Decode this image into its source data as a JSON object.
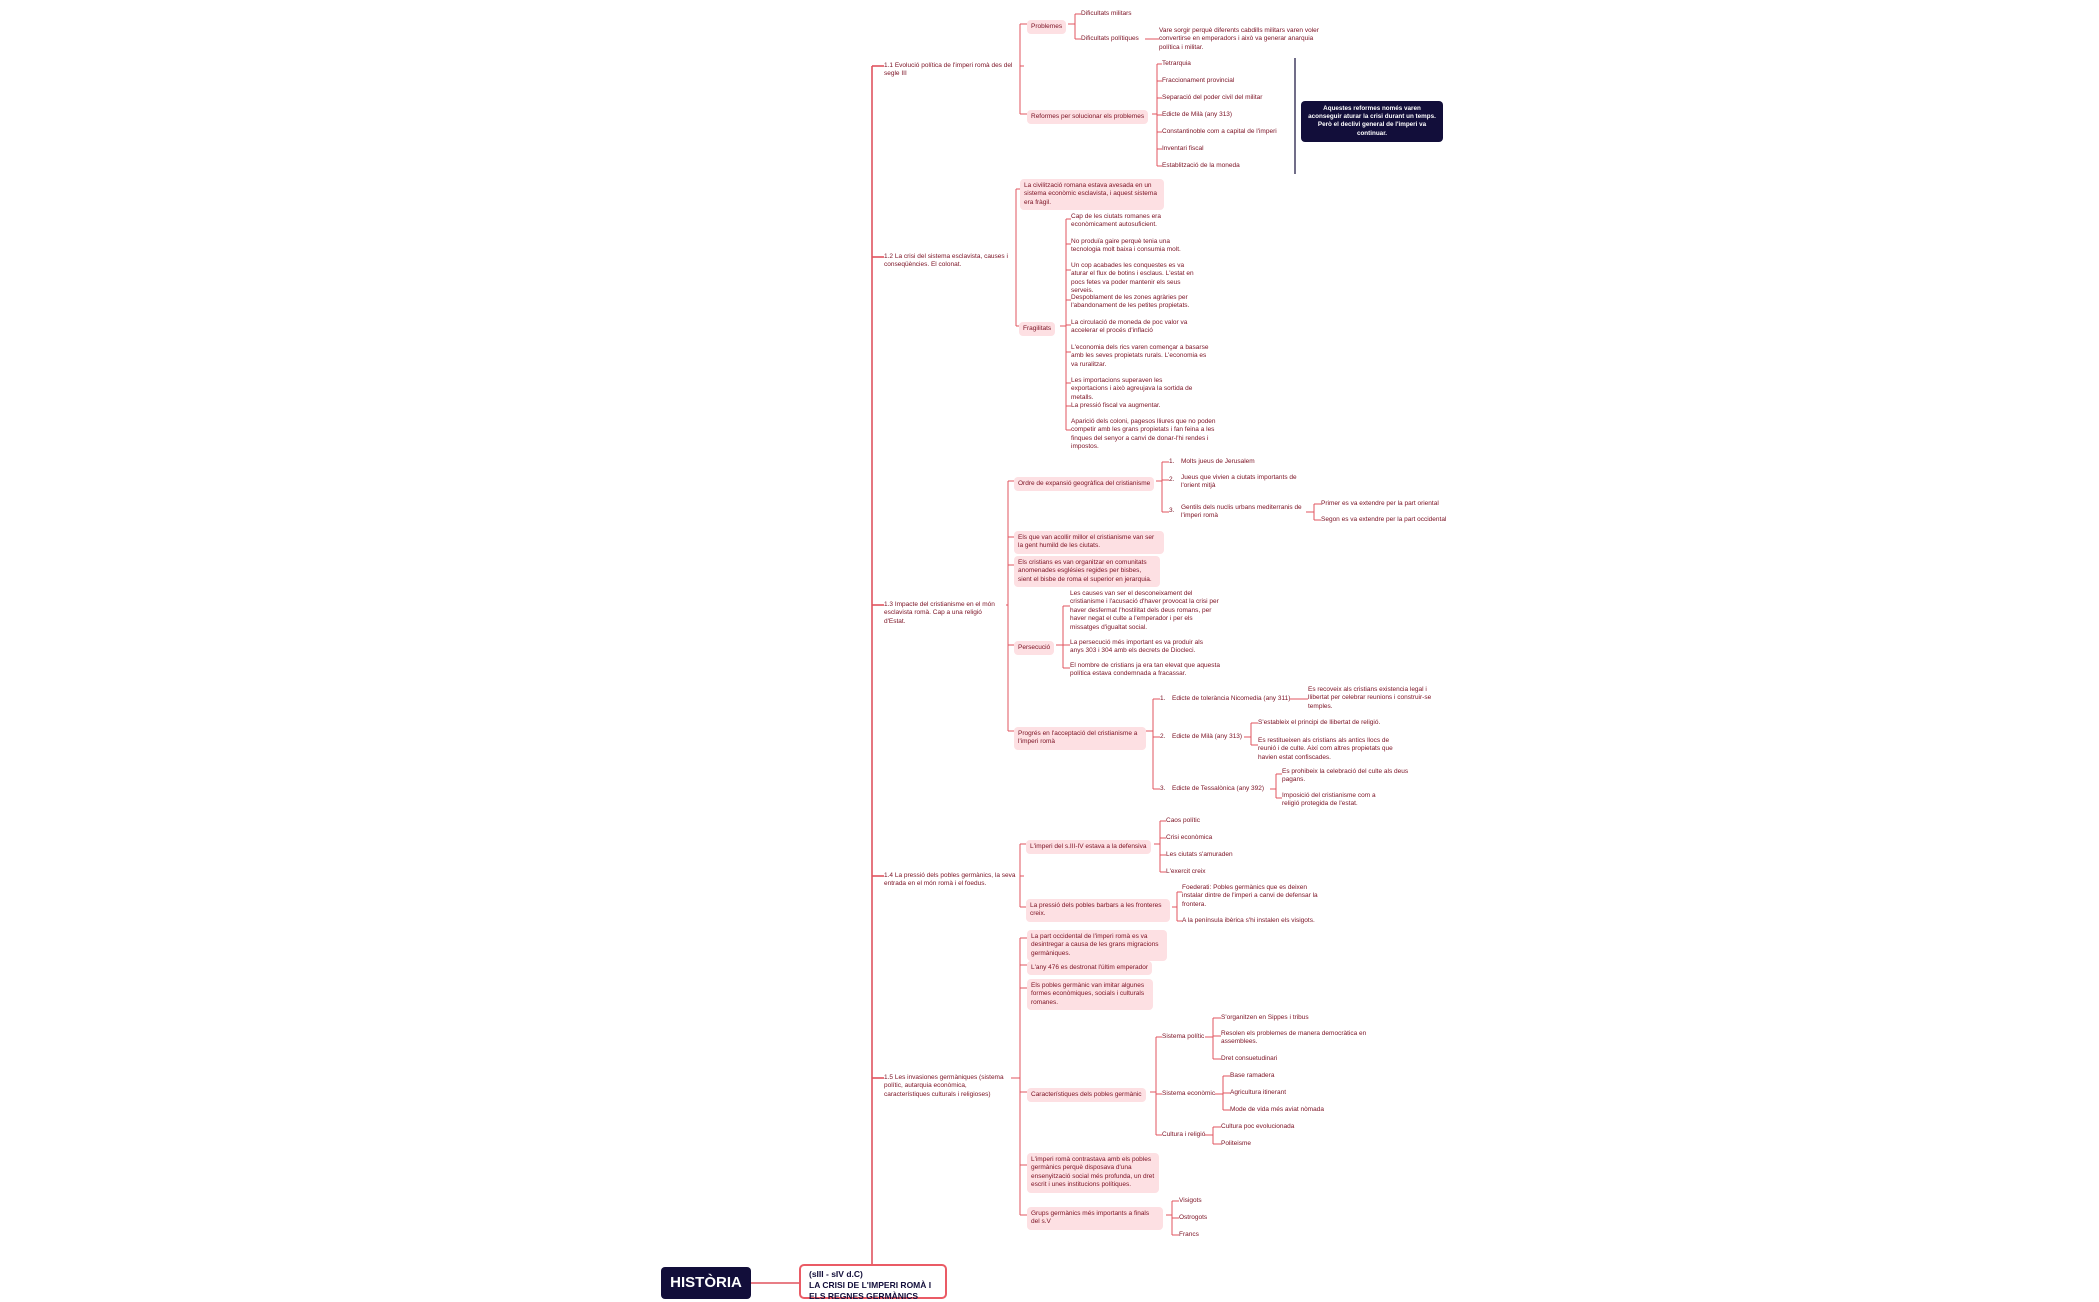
{
  "root": {
    "label": "HISTÒRIA"
  },
  "main": {
    "line1": "(sIII - sIV d.C)",
    "line2": "LA CRISI DE L'IMPERI ROMÀ I ELS REGNES GERMÀNICS"
  },
  "sections": {
    "s11": {
      "title": "1.1 Evolució política de l'imperi romà des del segle III",
      "problemes": "Problemes",
      "dificultats_militars": "Dificultats militars",
      "dificultats_politiques": "Dificultats polítiques",
      "dificultats_politiques_desc": "Vare sorgir perquè diferents cabdills militars varen voler convertirse en emperadors i això va generar anarquia política i militar.",
      "reformes": "Reformes per solucionar els problemes",
      "reformes_items": [
        "Tetrarquia",
        "Fraccionament provincial",
        "Separació del poder civil del militar",
        "Edicte de Milà (any 313)",
        "Constantinoble com a capital de l'imperi",
        "Inventari fiscal",
        "Establització de la moneda"
      ],
      "reformes_note": "Aquestes reformes només varen aconseguir aturar la crisi durant un temps. Però el declivi general de l'imperi va continuar."
    },
    "s12": {
      "title": "1.2 La crisi del sistema esclavista, causes i conseqüències. El colonat.",
      "intro": "La civilització romana estava avesada en un sistema econòmic esclavista, i aquest sistema era fràgil.",
      "fragilitats": "Fragilitats",
      "fragilitats_items": [
        "Cap de les ciutats romanes era econòmicament autosuficient.",
        "No produïa gaire perquè tenia una tecnologia molt baixa i consumia molt.",
        "Un cop acabades les conquestes es va aturar el flux de botins i esclaus. L'estat en pocs fetes va poder mantenir els seus serveis.",
        "Despoblament de les zones agràries per l'abandonament de les petites propietats.",
        "La circulació de moneda de poc valor va accelerar el procés d'inflació",
        "L'economia dels rics varen començar a basarse amb les seves propietats rurals. L'economia es va ruralitzar.",
        "Les importacions superaven les exportacions i això agreujava la sortida de metalls.",
        "La pressió fiscal va augmentar.",
        "Aparició dels coloni, pagesos lliures que no poden competir amb les grans propietats i fan feina a les finques del senyor a canvi de donar-l'hi rendes i impostos."
      ]
    },
    "s13": {
      "title": "1.3 Impacte del cristianisme en el món esclavista romà. Cap a una religió d'Estat.",
      "ordre": "Ordre de expansió geogràfica del cristianisme",
      "ordre_items": [
        "Molts jueus de Jerusalem",
        "Jueus que vivien a ciutats importants de l'orient mitjà",
        "Gentils dels nuclis urbans mediterranis de l'imperi romà"
      ],
      "ordre_nums": [
        "1.",
        "2.",
        "3."
      ],
      "gentils_items": [
        "Primer es va extendre per la part oriental",
        "Segon es va extendre per la part occidental"
      ],
      "acollir": "Els que van acollir millor el cristianisme van ser la gent humild de les ciutats.",
      "comunitats": "Els cristians es van organitzar en comunitats anomenades esglésies regides per bisbes, sient el bisbe de roma el superior en jerarquia.",
      "persecucio": "Persecució",
      "persecucio_items": [
        "Les causes van ser el desconeixament del cristianisme i l'acusació d'haver provocat la crisi per haver desfermat l'hostilitat dels deus romans, per haver negat el culte a l'emperador i per els missatges d'igualtat social.",
        "La persecució més important es va produir als anys 303 i 304 amb els decrets de Diocleci.",
        "El nombre de cristians ja era tan elevat que aquesta política estava condemnada a fracassar."
      ],
      "progres": "Progrés en l'acceptació del cristianisme a l'imperi romà",
      "progres_nums": [
        "1.",
        "2.",
        "3."
      ],
      "edictes": [
        "Edicte de tolerància Nicomedia (any 311)",
        "Edicte de Milà (any 313)",
        "Edicte de Tessalònica (any 392)"
      ],
      "nicomedia_desc": "Es recoveix als cristians existencia legal i llibertat per celebrar reunions i construir-se temples.",
      "mila_items": [
        "S'estableix el principi de llibertat de religió.",
        "Es restitueixen als cristians als antics llocs de reunió i de culte. Així com altres propietats que havien estat confiscades."
      ],
      "tessalonica_items": [
        "Es prohibeix la celebració del culte als deus pagans.",
        "Imposició del cristianisme com a religió protegida de l'estat."
      ]
    },
    "s14": {
      "title": "1.4 La pressió dels pobles germànics, la seva entrada en el món romà i el foedus.",
      "defensiva": "L'imperi del s.III-IV estava a la defensiva",
      "defensiva_items": [
        "Caos polític",
        "Crisi econòmica",
        "Les ciutats s'amuraden",
        "L'exercit creix"
      ],
      "pressio": "La pressió dels pobles barbars a les fronteres creix.",
      "pressio_items": [
        "Foederati: Pobles germànics que es deixen instalar dintre de l'imperi a canvi de defensar la frontera.",
        "A la península ibèrica s'hi instalen els visigots."
      ]
    },
    "s15": {
      "title": "1.5 Les invasiones germàniques (sistema polític, autarquia econòmica, característiques culturals i religioses)",
      "part_occidental": "La part occidental de l'imperi romà es va desintregar a causa de les grans migracions germàniques.",
      "any476": "L'any 476 es destronat l'últim emperador",
      "imitar": "Els pobles germànic van imitar algunes formes econòmiques, socials i culturals romanes.",
      "caracteristiques": "Característiques dels pobles germànic",
      "sistema_politic": "Sistema polític",
      "sistema_politic_items": [
        "S'organitzen en Sippes i tribus",
        "Resolen els problemes de manera democràtica en assemblees.",
        "Dret consuetudinari"
      ],
      "sistema_economic": "Sistema econòmic",
      "sistema_economic_items": [
        "Base ramadera",
        "Agricultura itinerant",
        "Mode de vida més aviat nòmada"
      ],
      "cultura": "Cultura i religió",
      "cultura_items": [
        "Cultura poc evolucionada",
        "Politeisme"
      ],
      "contrastava": "L'imperi romà contrastava amb els pobles germànics perquè disposava d'una ensenyització social més profunda, un dret escrit i unes institucions polítiques.",
      "grups": "Grups germànics més importants a finals del s.V",
      "grups_items": [
        "Visigots",
        "Ostrogots",
        "Francs"
      ]
    }
  }
}
